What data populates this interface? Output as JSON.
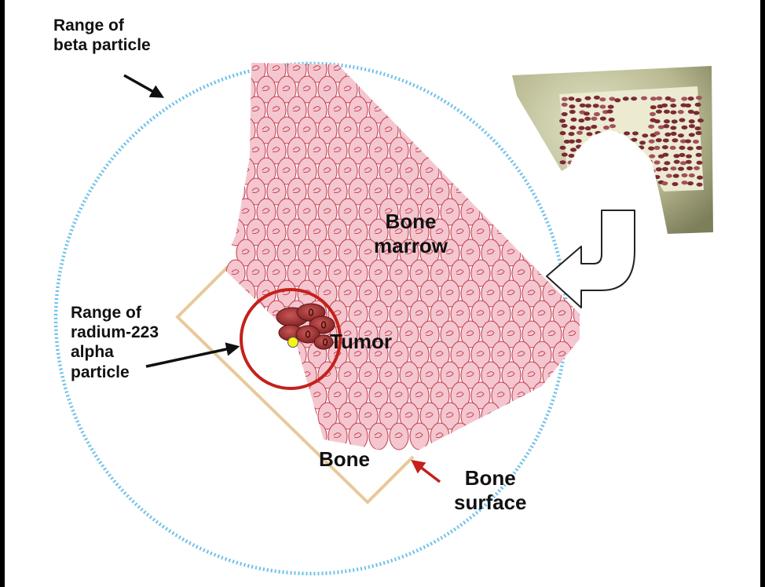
{
  "labels": {
    "beta_range": "Range of\nbeta particle",
    "bone_marrow": "Bone\nmarrow",
    "alpha_range": "Range of\nradium-223\nalpha\nparticle",
    "tumor": "Tumor",
    "bone": "Bone",
    "bone_surface": "Bone\nsurface"
  },
  "colors": {
    "beta_circle": "#6cc0ea",
    "alpha_circle": "#c4211a",
    "bone_surface_outline": "#e8c99a",
    "marrow_cell_fill": "#f4c6cf",
    "marrow_cell_stroke": "#c23a4a",
    "tumor_cell_fill": "#9e2b2b",
    "isotope_dot": "#f7f21a",
    "callout_arrow": "#c4211a",
    "pointer_arrow": "#111111"
  },
  "icons": {
    "process_arrow": "curved-down-left-arrow",
    "bone_section": "bone-cross-section"
  }
}
